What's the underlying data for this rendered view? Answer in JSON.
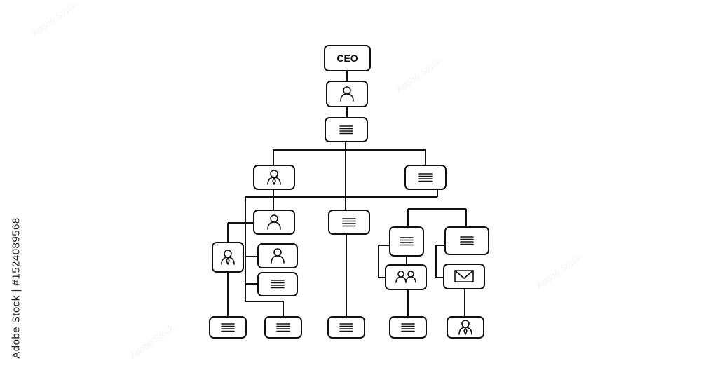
{
  "top_label": "CEO",
  "side_caption": "Adobe Stock | #1524089568",
  "watermark_text": "Adobe Stock",
  "colors": {
    "stroke": "#111111",
    "background": "#ffffff"
  },
  "nodes": [
    {
      "id": "ceo",
      "icon": "text-label"
    },
    {
      "id": "ceo-person",
      "icon": "person-icon"
    },
    {
      "id": "ceo-doc",
      "icon": "document-icon"
    },
    {
      "id": "l2-left-person",
      "icon": "person-tie-icon"
    },
    {
      "id": "l2-right-doc",
      "icon": "document-icon"
    },
    {
      "id": "l3-person",
      "icon": "person-icon"
    },
    {
      "id": "l3-center-doc",
      "icon": "document-icon"
    },
    {
      "id": "l3-right-doc1",
      "icon": "document-icon"
    },
    {
      "id": "l3-right-doc2",
      "icon": "document-icon"
    },
    {
      "id": "l4-tall-person",
      "icon": "person-tie-icon"
    },
    {
      "id": "l4-person",
      "icon": "person-icon"
    },
    {
      "id": "l4-doc",
      "icon": "document-icon"
    },
    {
      "id": "l4-team",
      "icon": "team-icon"
    },
    {
      "id": "l4-mail",
      "icon": "mail-icon"
    },
    {
      "id": "leaf-1",
      "icon": "document-icon"
    },
    {
      "id": "leaf-2",
      "icon": "document-icon"
    },
    {
      "id": "leaf-3",
      "icon": "document-icon"
    },
    {
      "id": "leaf-4",
      "icon": "document-icon"
    },
    {
      "id": "leaf-5",
      "icon": "person-tie-icon"
    }
  ]
}
